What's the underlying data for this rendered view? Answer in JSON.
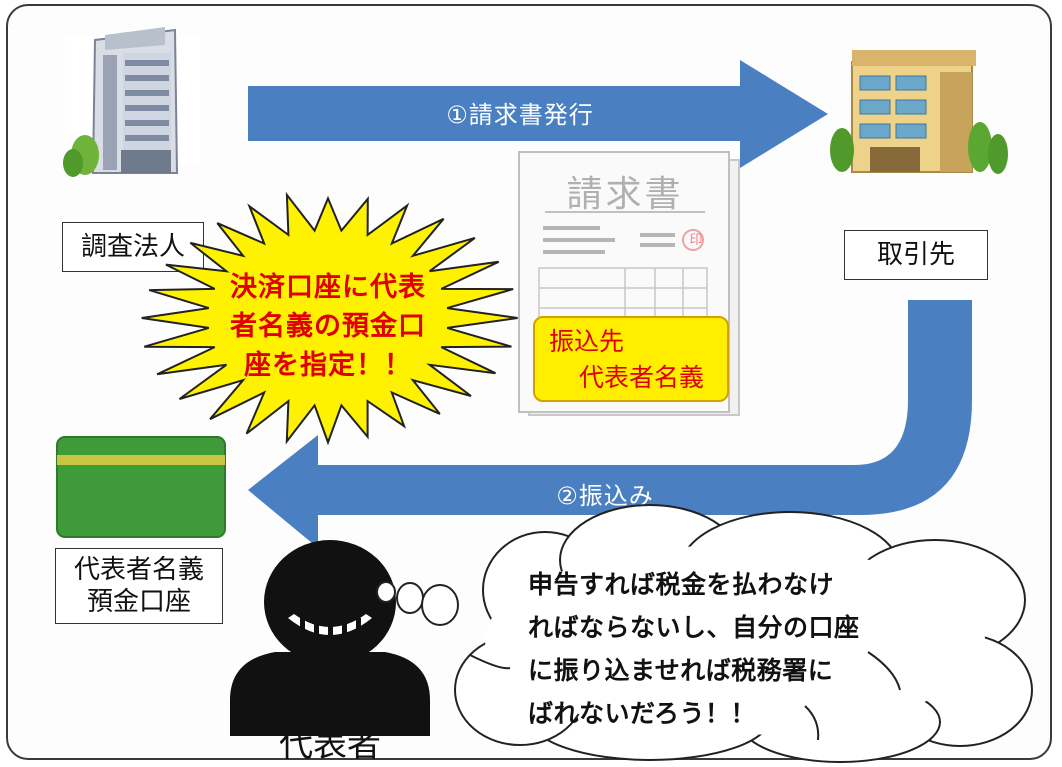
{
  "labels": {
    "investigated_corp": "調査法人",
    "client": "取引先",
    "rep_account_line1": "代表者名義",
    "rep_account_line2": "預金口座",
    "representative": "代表者"
  },
  "arrows": {
    "invoice": "①請求書発行",
    "transfer": "②振込み"
  },
  "burst": {
    "line1": "決済口座に代表",
    "line2": "者名義の預金口",
    "line3": "座を指定！！"
  },
  "invoice_doc": {
    "title": "請求書",
    "stamp": "印"
  },
  "callout": {
    "line1": "振込先",
    "line2": "代表者名義"
  },
  "thought": {
    "line1": "申告すれば税金を払わなけ",
    "line2": "ればならないし、自分の口座",
    "line3": "に振り込ませれば税務署に",
    "line4": "ばれないだろう！！"
  },
  "colors": {
    "arrow": "#4a7fc2",
    "burst": "#fff200",
    "callout": "#ffee00",
    "text_red": "#e00000",
    "card": "#3f9a3a"
  }
}
